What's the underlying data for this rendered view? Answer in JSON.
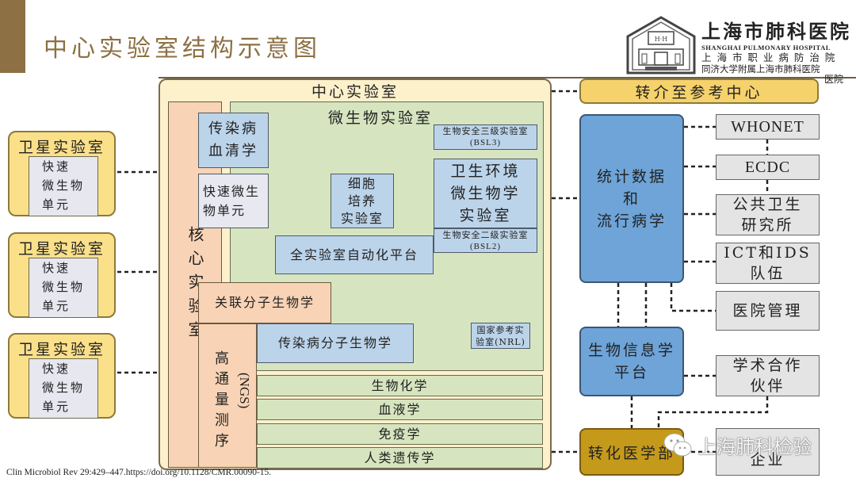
{
  "slide": {
    "title": "中心实验室结构示意图",
    "citation": "Clin  Microbiol  Rev  29:429–447.https://doi.org/10.1128/CMR.00090-15."
  },
  "logo": {
    "name_cn": "上海市肺科医院",
    "name_en": "SHANGHAI PULMONARY HOSPITAL",
    "line2": "上 海 市 职 业 病 防 治 院",
    "line3": "同济大学附属上海市肺科医院",
    "line4": "医院"
  },
  "satellites": [
    {
      "title": "卫星实验室",
      "unit": [
        "快速",
        "微生物",
        "单元"
      ]
    },
    {
      "title": "卫星实验室",
      "unit": [
        "快速",
        "微生物",
        "单元"
      ]
    },
    {
      "title": "卫星实验室",
      "unit": [
        "快速",
        "微生物",
        "单元"
      ]
    }
  ],
  "central_lab": {
    "title": "中心实验室",
    "core_lab": "核心实验室",
    "microbiology": {
      "title": "微生物实验室",
      "serology": [
        "传染病",
        "血清学"
      ],
      "rapid_unit": [
        "快速微生",
        "物单元"
      ],
      "cell_culture": [
        "细胞",
        "培养",
        "实验室"
      ],
      "bsl3": {
        "line1": "生物安全三级实验室",
        "line2": "(BSL3)"
      },
      "env_micro": [
        "卫生环境",
        "微生物学",
        "实验室"
      ],
      "bsl2": {
        "line1": "生物安全二级实验室",
        "line2": "(BSL2)"
      },
      "automation": "全实验室自动化平台",
      "nrl": [
        "国家参考实",
        "验室(NRL)"
      ],
      "infectious_molecular": "传染病分子生物学"
    },
    "related_molecular": "关联分子生物学",
    "ngs": {
      "cn": "高通量测序",
      "abbr": "(NGS)"
    },
    "departments": [
      "生物化学",
      "血液学",
      "免疫学",
      "人类遗传学"
    ]
  },
  "right": {
    "referral": "转介至参考中心",
    "statistics": [
      "统计数据",
      "和",
      "流行病学"
    ],
    "bioinformatics": [
      "生物信息学",
      "平台"
    ],
    "translational": "转化医学部",
    "partners": [
      {
        "lines": [
          "WHONET"
        ]
      },
      {
        "lines": [
          "ECDC"
        ]
      },
      {
        "lines": [
          "公共卫生",
          "研究所"
        ]
      },
      {
        "lines": [
          "ICT和IDS",
          "队伍"
        ]
      },
      {
        "lines": [
          "医院管理"
        ]
      },
      {
        "lines": [
          "学术合作",
          "伙伴"
        ]
      },
      {
        "lines": [
          "企业"
        ]
      }
    ]
  },
  "watermark": "上海肺科检验",
  "colors": {
    "accent_brown": "#8d7043",
    "central_bg": "#fdf1cc",
    "core_peach": "#f8d3b5",
    "micro_green": "#d6e5bf",
    "light_blue": "#bcd4ea",
    "satellite_yellow": "#fbe08a",
    "stat_blue": "#6ea4d8",
    "translational_gold": "#c59a1a",
    "partner_gray": "#e4e4e4"
  }
}
